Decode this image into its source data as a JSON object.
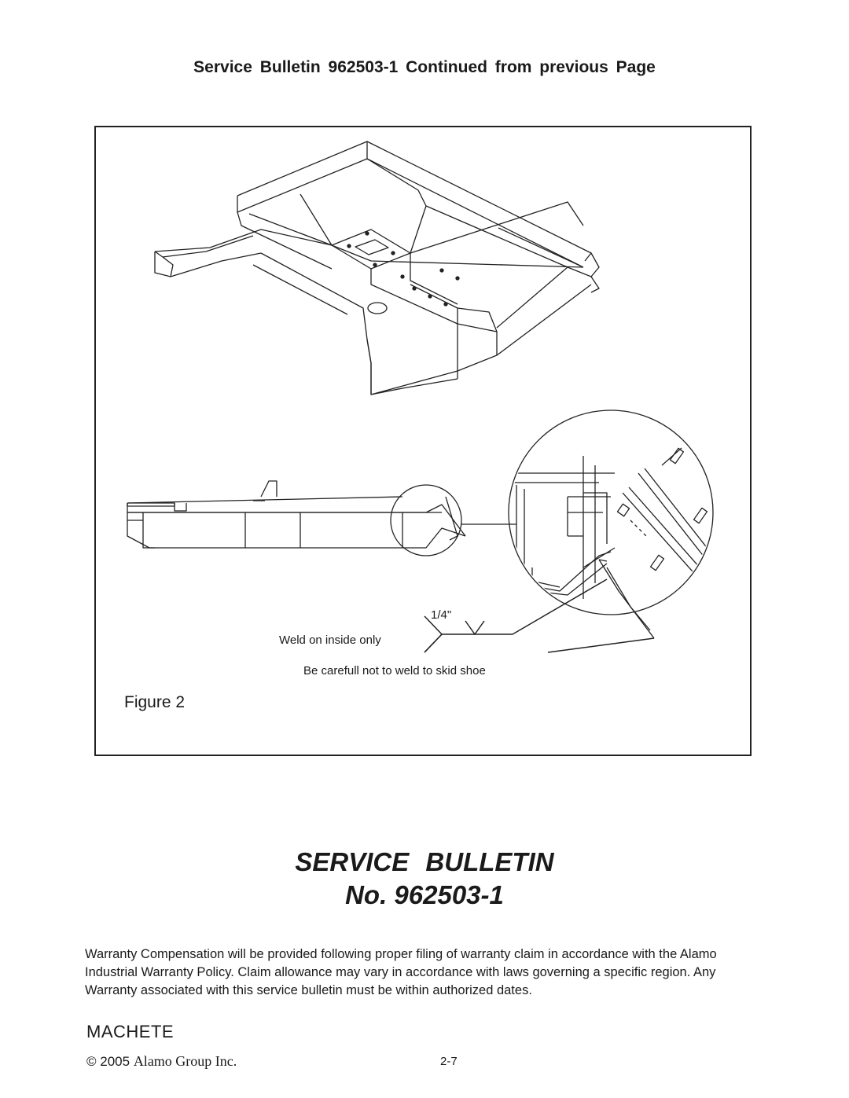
{
  "header": {
    "title": "Service Bulletin 962503-1 Continued from previous Page"
  },
  "figure": {
    "label": "Figure 2",
    "callouts": {
      "weld_size": "1/4\"",
      "weld_note": "Weld on inside only",
      "caution": "Be carefull not to weld to skid shoe"
    }
  },
  "bulletin": {
    "title": "SERVICE BULLETIN",
    "number": "No. 962503-1"
  },
  "warranty_text": "Warranty Compensation will be provided following proper filing of warranty claim in accordance with the Alamo Industrial Warranty Policy. Claim allowance may vary in accordance with laws governing a specific region. Any Warranty associated with this service bulletin must be within authorized dates.",
  "footer": {
    "product": "MACHETE",
    "copyright_year": "© 2005",
    "company": "Alamo Group Inc.",
    "page": "2-7"
  }
}
